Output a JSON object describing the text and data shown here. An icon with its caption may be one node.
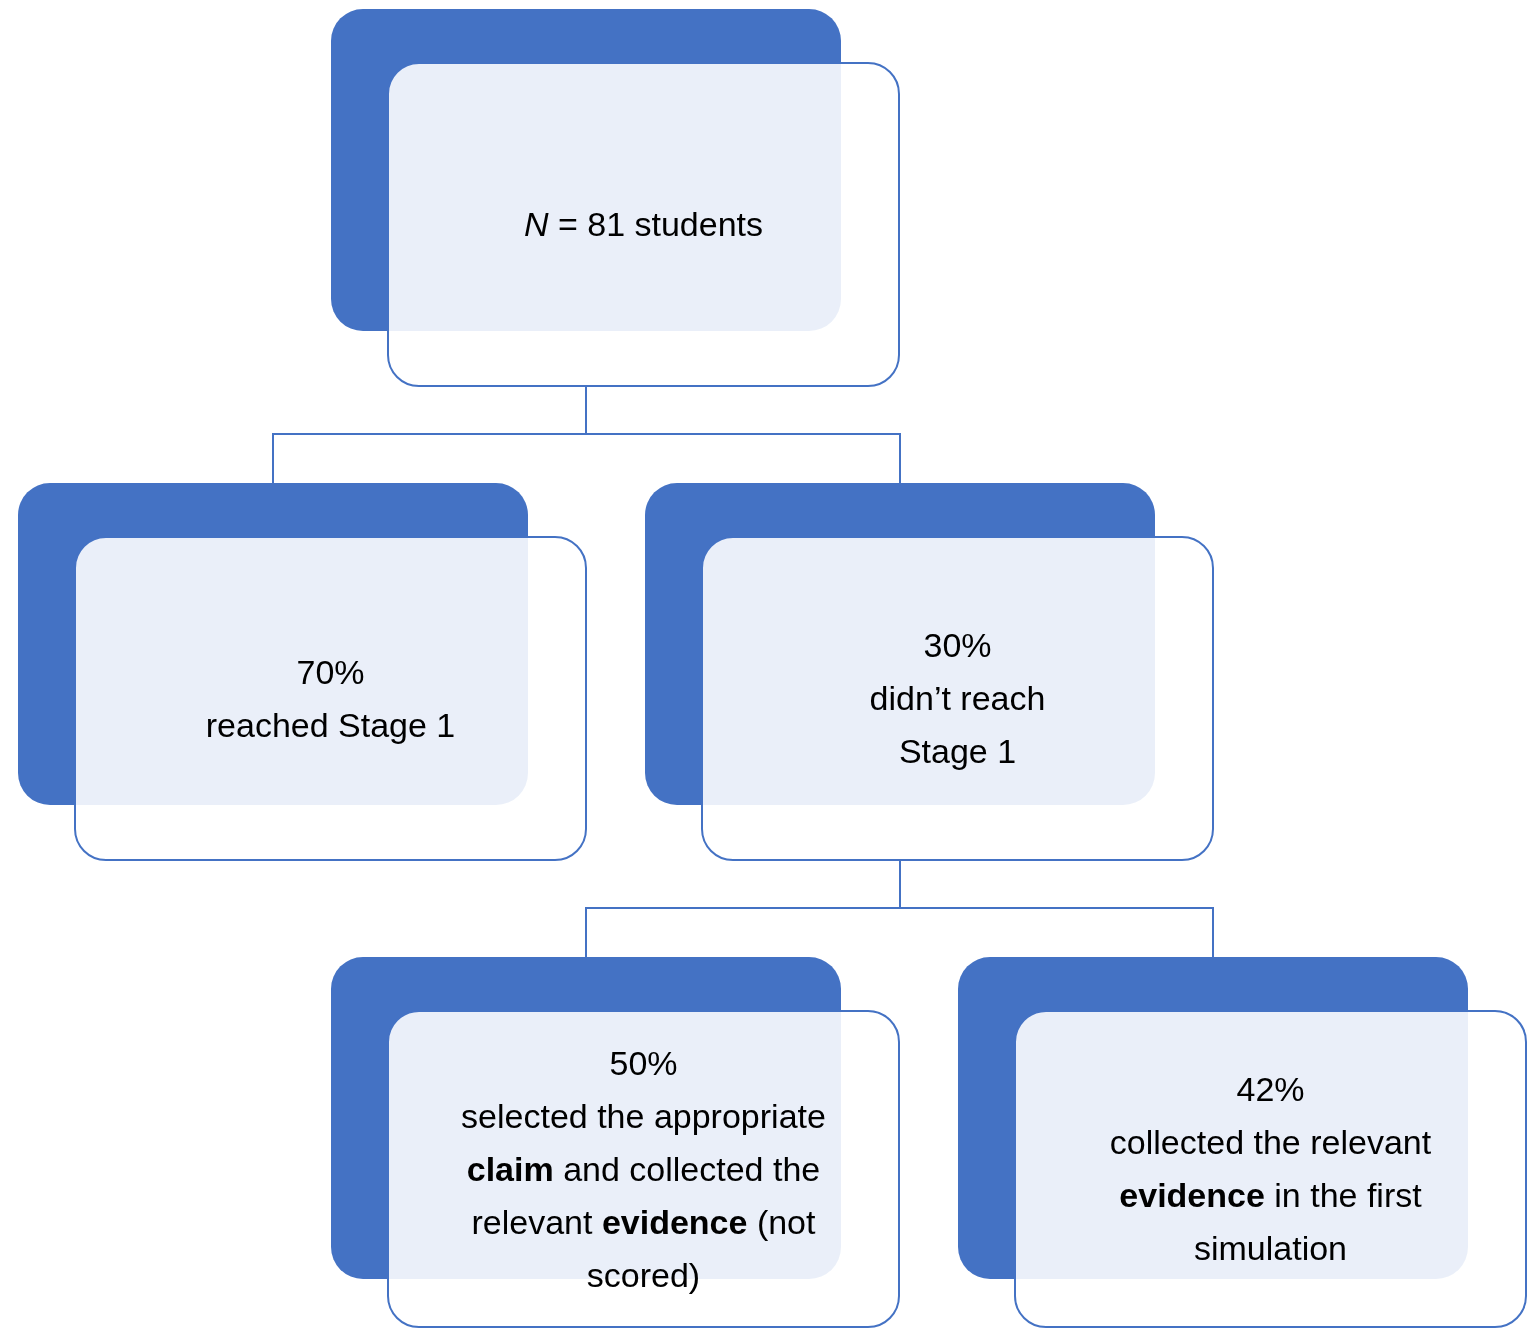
{
  "diagram": {
    "nodes": [
      {
        "text": [
          "*N* = 81 students"
        ]
      },
      {
        "text": [
          "70%",
          "reached Stage 1"
        ]
      },
      {
        "text": [
          "30%",
          "didn’t reach Stage 1"
        ]
      },
      {
        "text": [
          "50%",
          "selected the appropriate **claim** and collected the relevant **evidence** (not scored)"
        ]
      },
      {
        "text": [
          "42%",
          "collected the relevant **evidence** in the first simulation"
        ]
      }
    ],
    "edges": [
      {
        "from": 0,
        "to": 1,
        "arrow": "none"
      },
      {
        "from": 0,
        "to": 2,
        "arrow": "none"
      },
      {
        "from": 2,
        "to": 3,
        "arrow": "none"
      },
      {
        "from": 2,
        "to": 4,
        "arrow": "none"
      }
    ]
  }
}
